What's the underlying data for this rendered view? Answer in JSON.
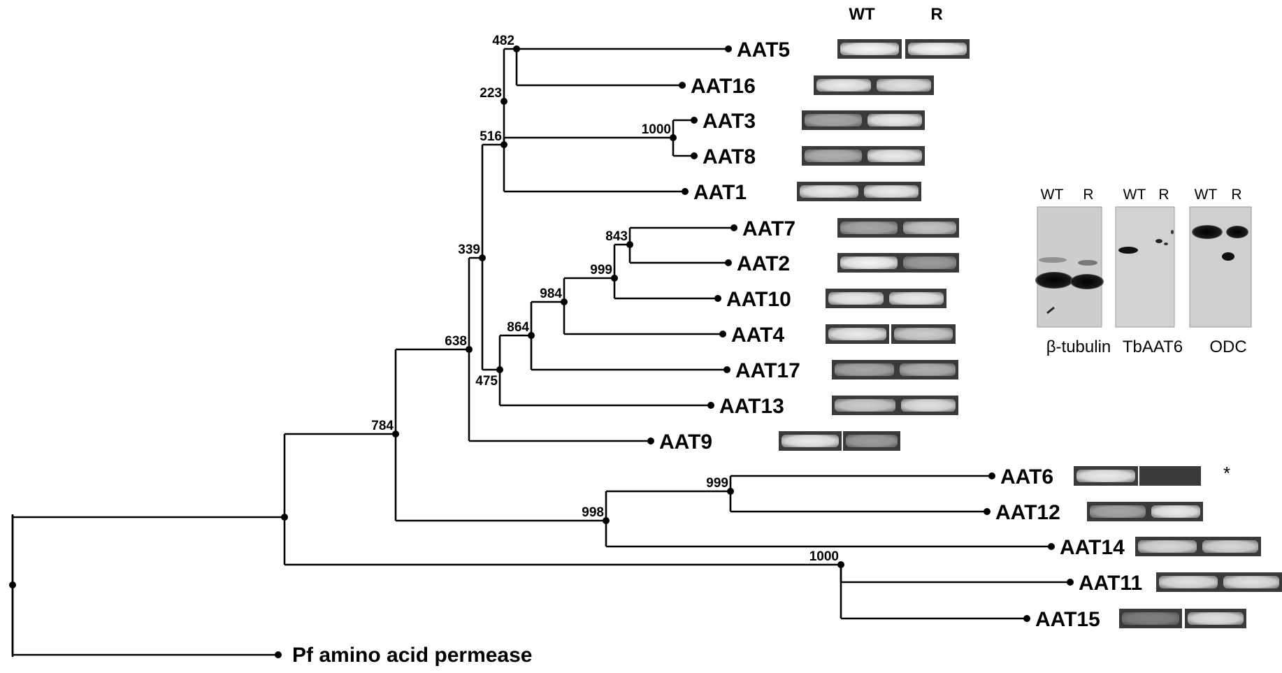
{
  "column_headers": {
    "wt": "WT",
    "r": "R"
  },
  "outgroup": "Pf amino acid permease",
  "leaves": [
    {
      "id": "AAT5",
      "label": "AAT5",
      "band_wt": 0.95,
      "band_r": 0.95
    },
    {
      "id": "AAT16",
      "label": "AAT16",
      "band_wt": 0.9,
      "band_r": 0.85
    },
    {
      "id": "AAT3",
      "label": "AAT3",
      "band_wt": 0.55,
      "band_r": 0.9
    },
    {
      "id": "AAT8",
      "label": "AAT8",
      "band_wt": 0.6,
      "band_r": 0.9
    },
    {
      "id": "AAT1",
      "label": "AAT1",
      "band_wt": 0.9,
      "band_r": 0.9
    },
    {
      "id": "AAT7",
      "label": "AAT7",
      "band_wt": 0.55,
      "band_r": 0.7
    },
    {
      "id": "AAT2",
      "label": "AAT2",
      "band_wt": 0.95,
      "band_r": 0.5
    },
    {
      "id": "AAT10",
      "label": "AAT10",
      "band_wt": 0.9,
      "band_r": 0.9
    },
    {
      "id": "AAT4",
      "label": "AAT4",
      "band_wt": 0.9,
      "band_r": 0.75
    },
    {
      "id": "AAT17",
      "label": "AAT17",
      "band_wt": 0.55,
      "band_r": 0.6
    },
    {
      "id": "AAT13",
      "label": "AAT13",
      "band_wt": 0.75,
      "band_r": 0.85
    },
    {
      "id": "AAT9",
      "label": "AAT9",
      "band_wt": 0.9,
      "band_r": 0.5
    },
    {
      "id": "AAT6",
      "label": "AAT6",
      "band_wt": 0.9,
      "band_r": 0.0,
      "note": "*"
    },
    {
      "id": "AAT12",
      "label": "AAT12",
      "band_wt": 0.55,
      "band_r": 0.9
    },
    {
      "id": "AAT14",
      "label": "AAT14",
      "band_wt": 0.8,
      "band_r": 0.8
    },
    {
      "id": "AAT11",
      "label": "AAT11",
      "band_wt": 0.85,
      "band_r": 0.85
    },
    {
      "id": "AAT15",
      "label": "AAT15",
      "band_wt": 0.35,
      "band_r": 0.85
    }
  ],
  "bootstrap_values": [
    "482",
    "223",
    "516",
    "1000",
    "843",
    "999",
    "984",
    "864",
    "339",
    "475",
    "638",
    "784",
    "999",
    "998",
    "1000"
  ],
  "western_blots": [
    {
      "name": "beta-tubulin",
      "caption": "β-tubulin",
      "lane_labels": [
        "WT",
        "R"
      ]
    },
    {
      "name": "TbAAT6",
      "caption": "TbAAT6",
      "lane_labels": [
        "WT",
        "R"
      ]
    },
    {
      "name": "ODC",
      "caption": "ODC",
      "lane_labels": [
        "WT",
        "R"
      ]
    }
  ],
  "colors": {
    "line": "#000000",
    "gel_bg": "#3a3a3a",
    "band": "#ffffff",
    "blot_bg": "#cfcfcf",
    "blot_band": "#111111"
  }
}
